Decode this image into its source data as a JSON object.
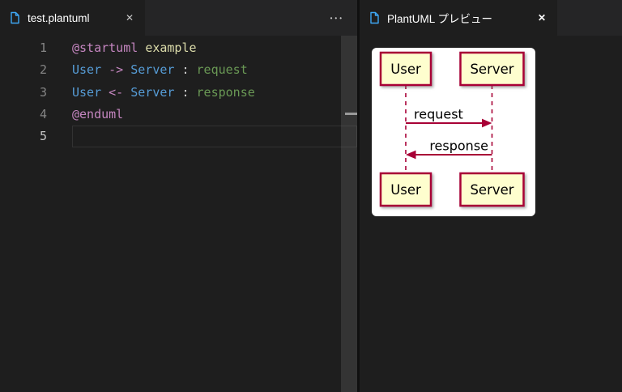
{
  "colors": {
    "editorBg": "#1e1e1e",
    "tabstripBg": "#252526",
    "tabActiveBg": "#1e1e1e",
    "tabLabel": "#ffffff",
    "closeIcon": "#c5c5c5",
    "fileIcon": "#3ea7f4",
    "lineNumber": "#858585",
    "lineNumberActive": "#c6c6c6",
    "currentLineBorder": "#323232",
    "sash": "#101010",
    "scrollbar": "rgba(121,121,121,0.25)",
    "rulerMark": "#9a9a9a",
    "tokenKeyword": "#C586C0",
    "tokenName": "#DCDCAA",
    "tokenType": "#569CD6",
    "tokenPunct": "#D4D4D4",
    "tokenMessage": "#6A9955",
    "umlBorder": "#A80036",
    "umlFill": "#FEFECE",
    "umlText": "#000000",
    "canvasBg": "#ffffff"
  },
  "icons": {
    "close": "✕",
    "more": "•••",
    "file_icon_name": "file-icon"
  },
  "editor": {
    "tab": {
      "label": "test.plantuml"
    },
    "lines": [
      {
        "num": "1",
        "current": false,
        "tokens": [
          {
            "text": "@startuml",
            "color": "tokenKeyword"
          },
          {
            "text": " ",
            "color": "tokenPunct"
          },
          {
            "text": "example",
            "color": "tokenName"
          }
        ]
      },
      {
        "num": "2",
        "current": false,
        "tokens": [
          {
            "text": "User",
            "color": "tokenType"
          },
          {
            "text": " ",
            "color": "tokenPunct"
          },
          {
            "text": "->",
            "color": "tokenKeyword"
          },
          {
            "text": " ",
            "color": "tokenPunct"
          },
          {
            "text": "Server",
            "color": "tokenType"
          },
          {
            "text": " : ",
            "color": "tokenPunct"
          },
          {
            "text": "request",
            "color": "tokenMessage"
          }
        ]
      },
      {
        "num": "3",
        "current": false,
        "tokens": [
          {
            "text": "User",
            "color": "tokenType"
          },
          {
            "text": " ",
            "color": "tokenPunct"
          },
          {
            "text": "<-",
            "color": "tokenKeyword"
          },
          {
            "text": " ",
            "color": "tokenPunct"
          },
          {
            "text": "Server",
            "color": "tokenType"
          },
          {
            "text": " : ",
            "color": "tokenPunct"
          },
          {
            "text": "response",
            "color": "tokenMessage"
          }
        ]
      },
      {
        "num": "4",
        "current": false,
        "tokens": [
          {
            "text": "@enduml",
            "color": "tokenKeyword"
          }
        ]
      },
      {
        "num": "5",
        "current": true,
        "tokens": []
      }
    ]
  },
  "preview": {
    "tab": {
      "label": "PlantUML プレビュー"
    },
    "diagram": {
      "type": "sequence",
      "participants": [
        "User",
        "Server"
      ],
      "messages": [
        {
          "from": "User",
          "to": "Server",
          "label": "request",
          "direction": "right"
        },
        {
          "from": "Server",
          "to": "User",
          "label": "response",
          "direction": "left"
        }
      ]
    }
  }
}
